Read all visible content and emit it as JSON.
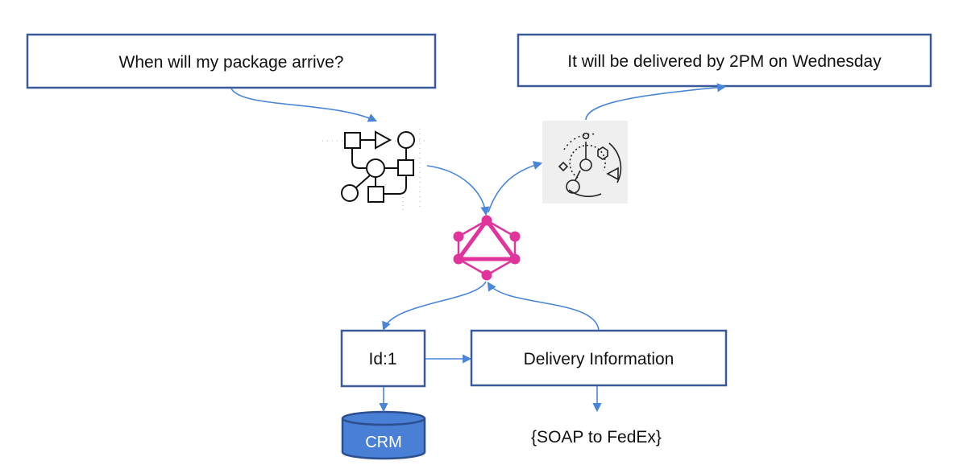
{
  "diagram": {
    "question_box": {
      "text": "When will my package arrive?"
    },
    "answer_box": {
      "text": "It will be delivered by 2PM on Wednesday"
    },
    "id_box": {
      "text": "Id:1"
    },
    "delivery_box": {
      "text": "Delivery Information"
    },
    "crm_cylinder": {
      "text": "CRM"
    },
    "soap_label": {
      "text": "{SOAP to FedEx}"
    }
  },
  "colors": {
    "box_border": "#3a5a9a",
    "arrow": "#4a86d8",
    "graphql_magenta": "#e0349c",
    "crm_fill": "#4a7fd6",
    "crm_stroke": "#2b4f8f",
    "icon_panel": "#efefef"
  }
}
